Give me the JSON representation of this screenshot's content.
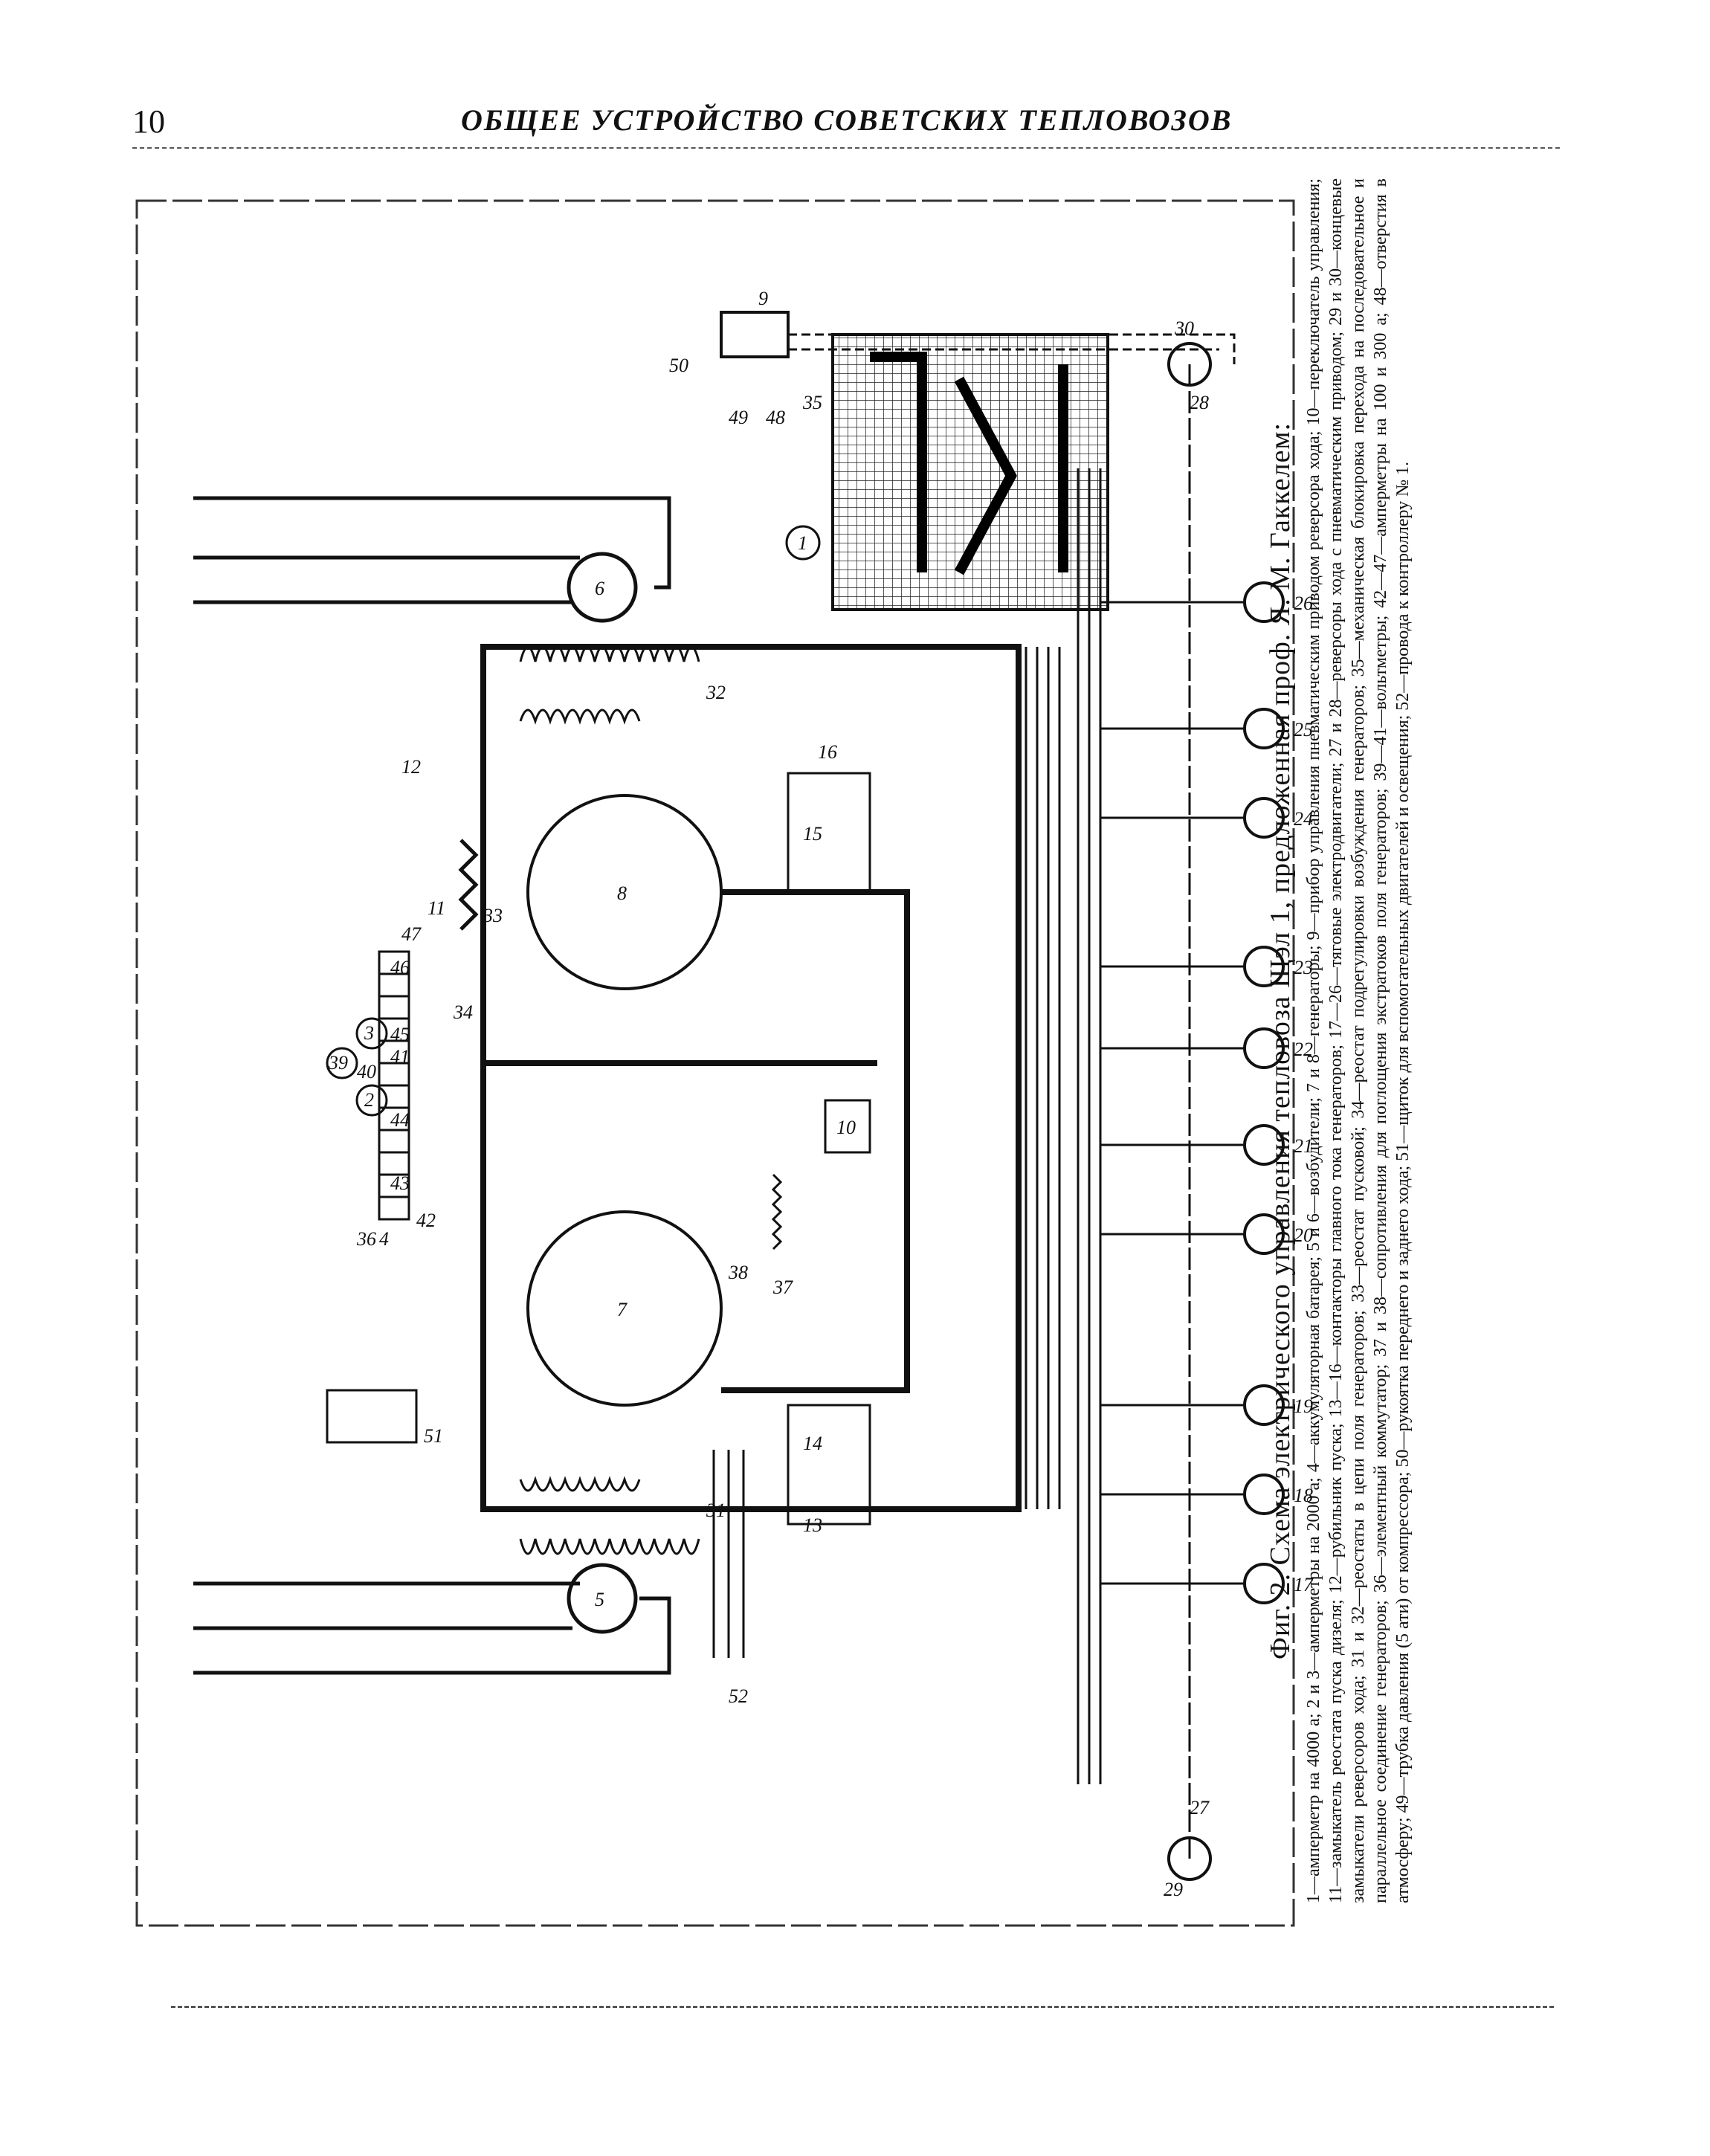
{
  "header": {
    "page_number": "10",
    "running_title": "ОБЩЕЕ УСТРОЙСТВО СОВЕТСКИХ ТЕПЛОВОЗОВ"
  },
  "figure": {
    "caption_title": "Фиг. 2. Схема электрического управления тепловоза Щэл 1, предложенная проф. Я. М. Гаккелем:",
    "caption_body": "1—амперметр на 4000 а; 2 и 3—амперметры на 2000 а; 4—аккумуляторная батарея; 5 и 6—возбудители; 7 и 8—генераторы; 9—прибор управления пневматическим приводом реверсора хода; 10—переключатель управления; 11—замыкатель реостата пуска дизеля; 12—рубильник пуска; 13—16—контакторы главного тока генераторов; 17—26—тяговые электродвигатели; 27 и 28—реверсоры хода с пневматическим приводом; 29 и 30—концевые замыкатели реверсоров хода; 31 и 32—реостаты в цепи поля генераторов; 33—реостат пусковой; 34—реостат подрегулировки возбуждения генераторов; 35—механическая блокировка перехода на последовательное и параллельное соединение генераторов; 36—элементный коммутатор; 37 и 38—сопротивления для поглощения экстратоков поля генераторов; 39—41—вольтметры; 42—47—амперметры на 100 и 300 а; 48—отверстия в атмосферу; 49—трубка давления (5 ати) от компрессора; 50—рукоятка переднего и заднего хода; 51—щиток для вспомогательных двигателей и освещения; 52—провода к контроллеру № 1.",
    "labels": {
      "l1": "1",
      "l2": "2",
      "l3": "3",
      "l4": "4",
      "l5": "5",
      "l6": "6",
      "l7": "7",
      "l8": "8",
      "l9": "9",
      "l10": "10",
      "l11": "11",
      "l12": "12",
      "l13": "13",
      "l14": "14",
      "l15": "15",
      "l16": "16",
      "l17": "17",
      "l18": "18",
      "l19": "19",
      "l20": "20",
      "l21": "21",
      "l22": "22",
      "l23": "23",
      "l24": "24",
      "l25": "25",
      "l26": "26",
      "l27": "27",
      "l28": "28",
      "l29": "29",
      "l30": "30",
      "l31": "31",
      "l32": "32",
      "l33": "33",
      "l34": "34",
      "l35": "35",
      "l36": "36",
      "l37": "37",
      "l38": "38",
      "l39": "39",
      "l40": "40",
      "l41": "41",
      "l42": "42",
      "l43": "43",
      "l44": "44",
      "l45": "45",
      "l46": "46",
      "l47": "47",
      "l48": "48",
      "l49": "49",
      "l50": "50",
      "l51": "51",
      "l52": "52"
    }
  }
}
